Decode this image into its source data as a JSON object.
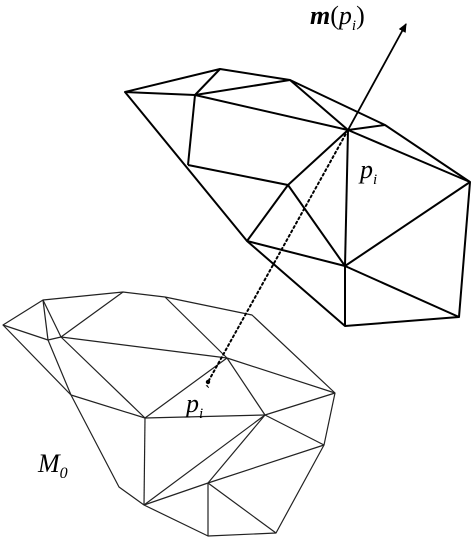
{
  "labels": {
    "normal_m": "m",
    "normal_open": "(",
    "normal_p": "p",
    "normal_sub": "i",
    "normal_close": ")",
    "upper_point_p": "p",
    "upper_point_sub": "i",
    "lower_point_p": "p",
    "lower_point_sub": "i",
    "lower_point_mark": "`",
    "base_mesh_M": "M",
    "base_mesh_sub": "0"
  },
  "colors": {
    "upper_mesh_stroke": "#000000",
    "lower_mesh_stroke": "#222222",
    "background": "#ffffff"
  }
}
